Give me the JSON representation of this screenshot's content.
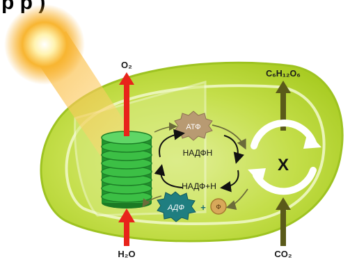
{
  "header": {
    "partial_text": "р                                              р          )"
  },
  "labels": {
    "o2": "O₂",
    "glucose": "C₆H₁₂O₆",
    "h2o": "H₂O",
    "co2": "CO₂",
    "atp": "АТФ",
    "nadph": "НАДФН",
    "nadp_h": "НАДФ+Н",
    "adp": "АДФ",
    "plus": "+",
    "phosphate": "Ф",
    "cycle": "X"
  },
  "colors": {
    "chloroplast_outer": "#b9d72e",
    "chloroplast_inner": "#dcec8a",
    "stroma": "#c9e25a",
    "grana": "#2fae3a",
    "arrow_red": "#e8231b",
    "arrow_olive": "#5a5a1a",
    "sun": "#f7b733",
    "atp_star": "#b89a72",
    "adp_star": "#1f7e80",
    "phosphate_circle": "#d8a85a"
  }
}
